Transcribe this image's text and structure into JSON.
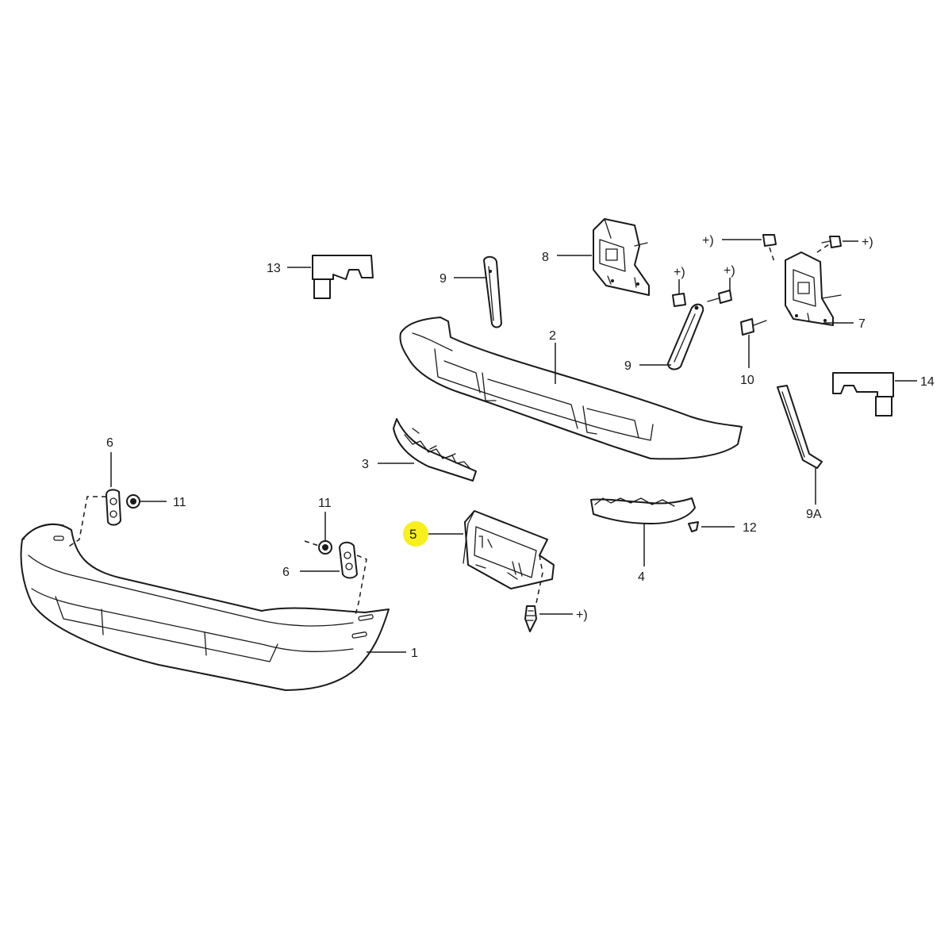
{
  "callouts": {
    "c1": "1",
    "c2": "2",
    "c3": "3",
    "c4": "4",
    "c5": "5",
    "c6a": "6",
    "c6b": "6",
    "c7": "7",
    "c8": "8",
    "c9a": "9",
    "c9b": "9",
    "c9A": "9A",
    "c10": "10",
    "c11a": "11",
    "c11b": "11",
    "c12": "12",
    "c13": "13",
    "c14": "14",
    "p1": "+)",
    "p2": "+)",
    "p3": "+)",
    "p4": "+)",
    "p5": "+)"
  },
  "highlight": {
    "part": "5",
    "color": "#f7f01c"
  }
}
